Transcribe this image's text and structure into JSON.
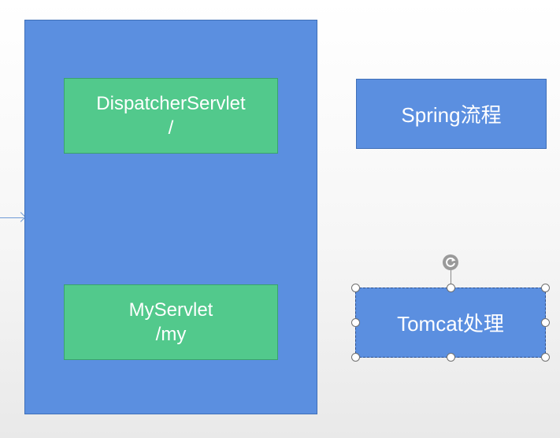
{
  "diagram": {
    "container": {
      "dispatcher_box": {
        "line1": "DispatcherServlet",
        "line2": "/"
      },
      "myservlet_box": {
        "line1": "MyServlet",
        "line2": "/my"
      }
    },
    "spring_box": {
      "label": "Spring流程"
    },
    "tomcat_box": {
      "label": "Tomcat处理",
      "selected": true
    }
  },
  "colors": {
    "container_blue": "#5b8fe0",
    "servlet_green": "#52c98c",
    "text": "#ffffff",
    "connector": "#6f9bd6"
  }
}
